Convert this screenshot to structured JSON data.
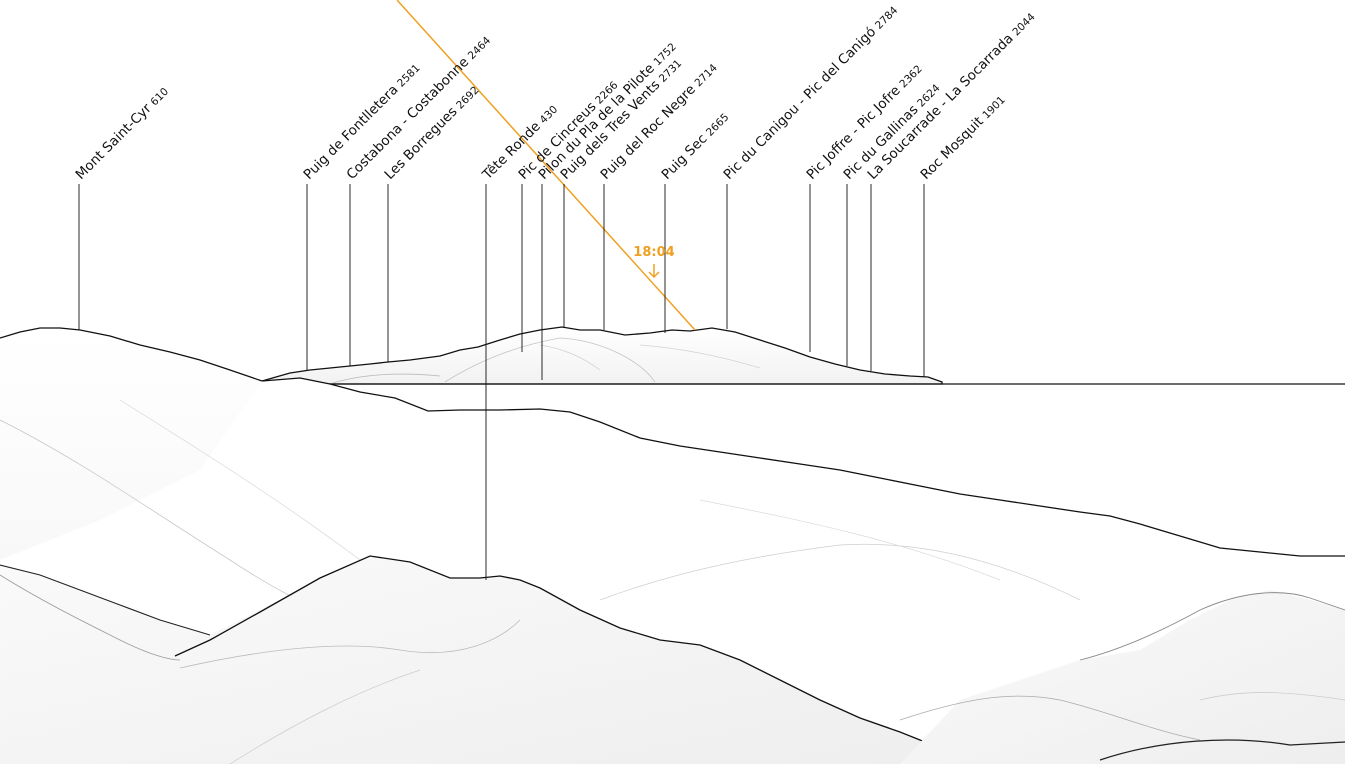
{
  "colors": {
    "sun_path": "#f0a020",
    "ridge": "#111111",
    "leader": "#111111"
  },
  "sun": {
    "time": "18:04",
    "arrow_icon": "down-arrow-icon"
  },
  "peaks": [
    {
      "name": "Mont Saint-Cyr",
      "elevation": "610"
    },
    {
      "name": "Puig de Fontlletera",
      "elevation": "2581"
    },
    {
      "name": "Costabona - Costabonne",
      "elevation": "2464"
    },
    {
      "name": "Les Borregues",
      "elevation": "2692"
    },
    {
      "name": "Tête Ronde",
      "elevation": "430"
    },
    {
      "name": "Pic de Cincreus",
      "elevation": "2266"
    },
    {
      "name": "Pilon du Pla de la Pilote",
      "elevation": "1752"
    },
    {
      "name": "Puig dels Tres Vents",
      "elevation": "2731"
    },
    {
      "name": "Puig del Roc Negre",
      "elevation": "2714"
    },
    {
      "name": "Puig Sec",
      "elevation": "2665"
    },
    {
      "name": "Pic du Canigou - Pic del Canigó",
      "elevation": "2784"
    },
    {
      "name": "Pic Joffre - Pic Jofre",
      "elevation": "2362"
    },
    {
      "name": "Pic du Gallinas",
      "elevation": "2624"
    },
    {
      "name": "La Soucarrade - La Socarrada",
      "elevation": "2044"
    },
    {
      "name": "Roc Mosquit",
      "elevation": "1901"
    }
  ]
}
